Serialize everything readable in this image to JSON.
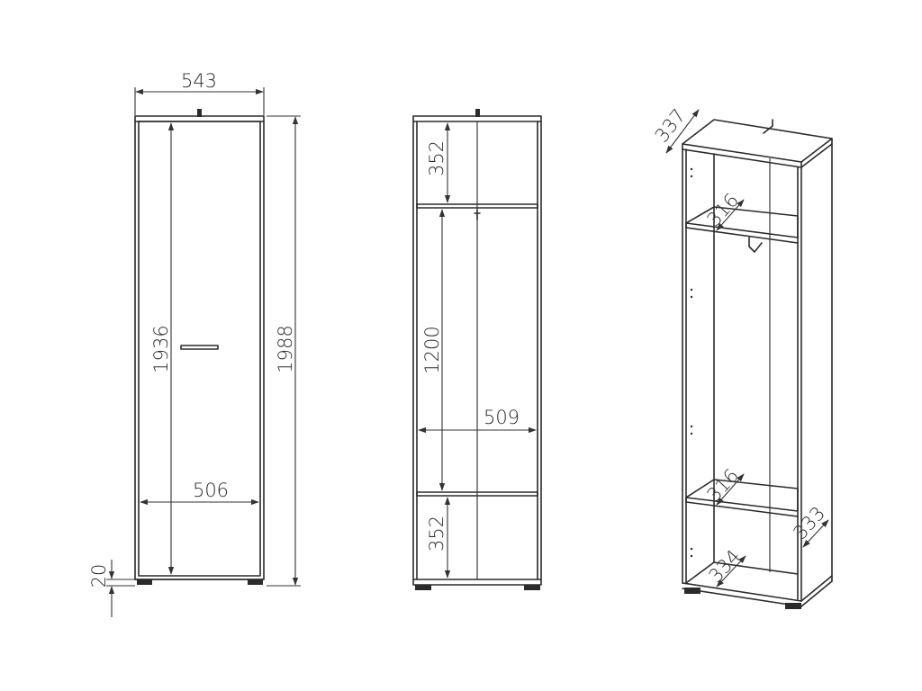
{
  "dimensions": {
    "front_width": "543",
    "front_inner_height": "1936",
    "front_total_height": "1988",
    "front_inner_width": "506",
    "plinth_height": "20",
    "interior_top_shelf": "352",
    "interior_middle": "1200",
    "interior_width": "509",
    "interior_bottom_shelf": "352",
    "iso_depth_top": "337",
    "iso_shelf_upper": "316",
    "iso_shelf_lower": "316",
    "iso_side_depth": "333",
    "iso_bottom_depth": "334"
  },
  "colors": {
    "line": "#2b2b2b",
    "background": "#ffffff"
  }
}
